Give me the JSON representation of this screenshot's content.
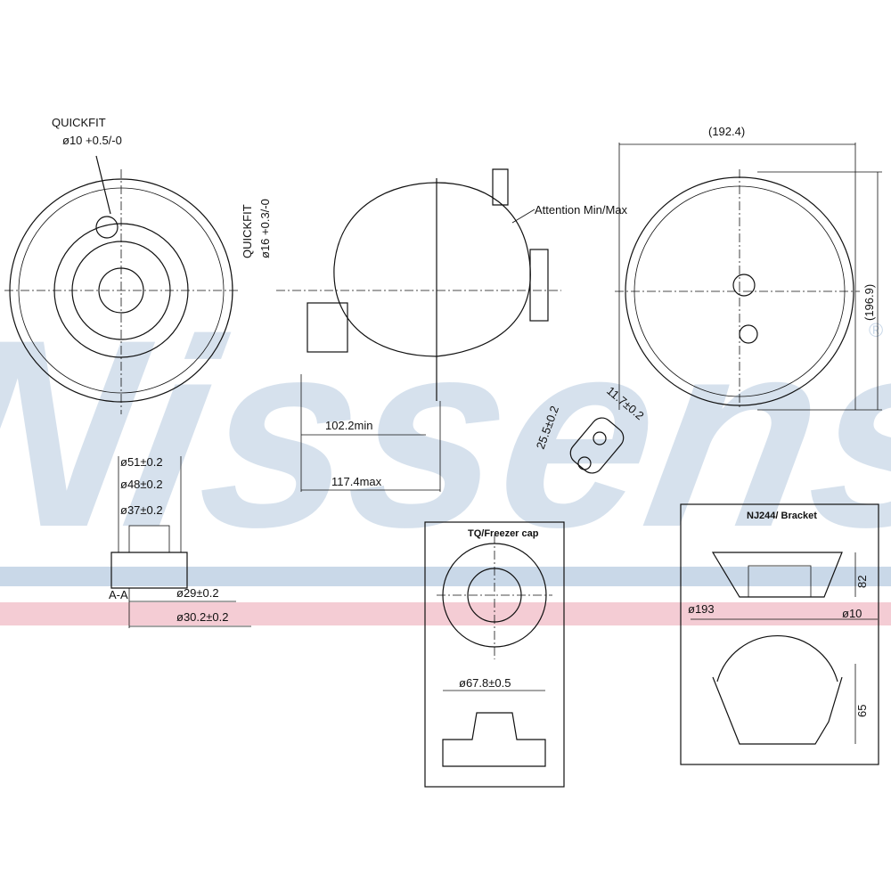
{
  "watermark": {
    "brand": "Nissens",
    "registered_mark": "®",
    "band_colors": [
      "#c9d8e8",
      "#f4ccd4"
    ]
  },
  "labels": {
    "quickfit_top": "QUICKFIT",
    "quickfit_top_dim": "ø10 +0.5/-0",
    "quickfit_side": "QUICKFIT",
    "quickfit_side_dim": "ø16 +0.3/-0",
    "attention": "Attention Min/Max",
    "width_dim": "(192.4)",
    "height_dim": "(196.9)",
    "min_dim": "102.2min",
    "max_dim": "117.4max",
    "sensor_w": "25.5±0.2",
    "sensor_h": "11.7±0.2",
    "d51": "ø51±0.2",
    "d48": "ø48±0.2",
    "d37": "ø37±0.2",
    "d29": "ø29±0.2",
    "d30": "ø30.2±0.2",
    "section": "A-A",
    "cap_title": "TQ/Freezer cap",
    "cap_dim": "ø67.8±0.5",
    "bracket_title": "NJ244/ Bracket",
    "bracket_d193": "ø193",
    "bracket_d10": "ø10",
    "bracket_h82": "82",
    "bracket_h65": "65"
  }
}
